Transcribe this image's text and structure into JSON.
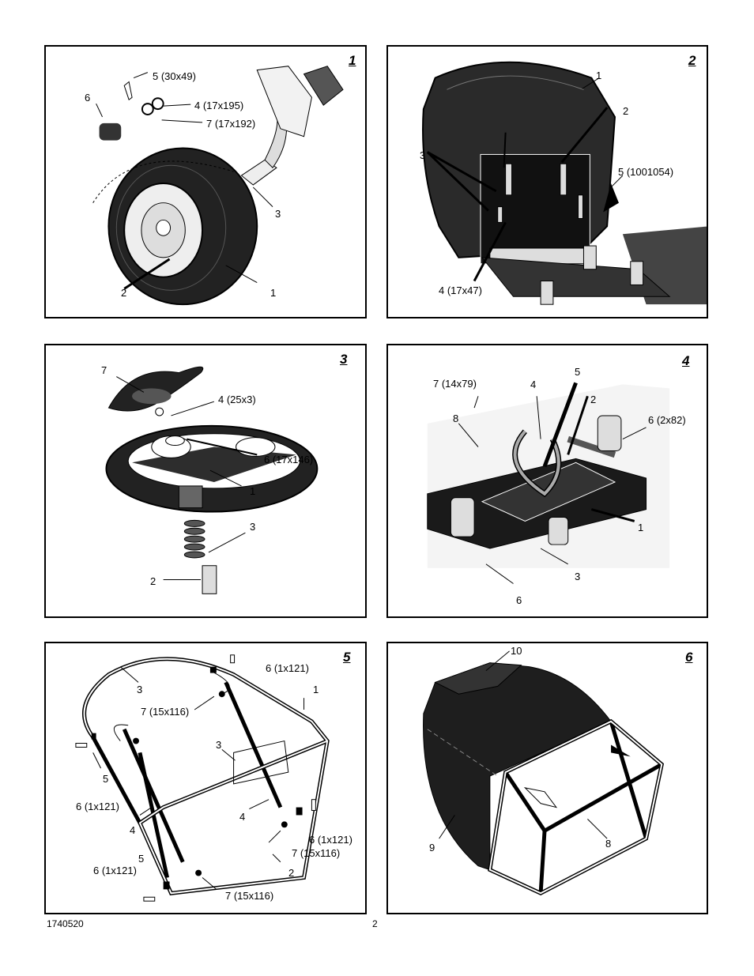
{
  "footer": {
    "doc_number": "1740520",
    "page_number": "2"
  },
  "panels": [
    {
      "number": "1",
      "labels": [
        "5 (30x49)",
        "6",
        "4 (17x195)",
        "7 (17x192)",
        "3",
        "2",
        "1"
      ]
    },
    {
      "number": "2",
      "labels": [
        "1",
        "2",
        "3",
        "5 (1001054)",
        "4 (17x47)"
      ]
    },
    {
      "number": "3",
      "labels": [
        "7",
        "4 (25x3)",
        "6 (17x146)",
        "1",
        "3",
        "2"
      ]
    },
    {
      "number": "4",
      "labels": [
        "5",
        "7 (14x79)",
        "4",
        "2",
        "8",
        "6 (2x82)",
        "1",
        "3",
        "6"
      ]
    },
    {
      "number": "5",
      "labels": [
        "6 (1x121)",
        "3",
        "1",
        "7 (15x116)",
        "3",
        "5",
        "6 (1x121)",
        "4",
        "4",
        "6 (1x121)",
        "7 (15x116)",
        "5",
        "6 (1x121)",
        "2",
        "7 (15x116)"
      ]
    },
    {
      "number": "6",
      "labels": [
        "10",
        "9",
        "8"
      ]
    }
  ]
}
